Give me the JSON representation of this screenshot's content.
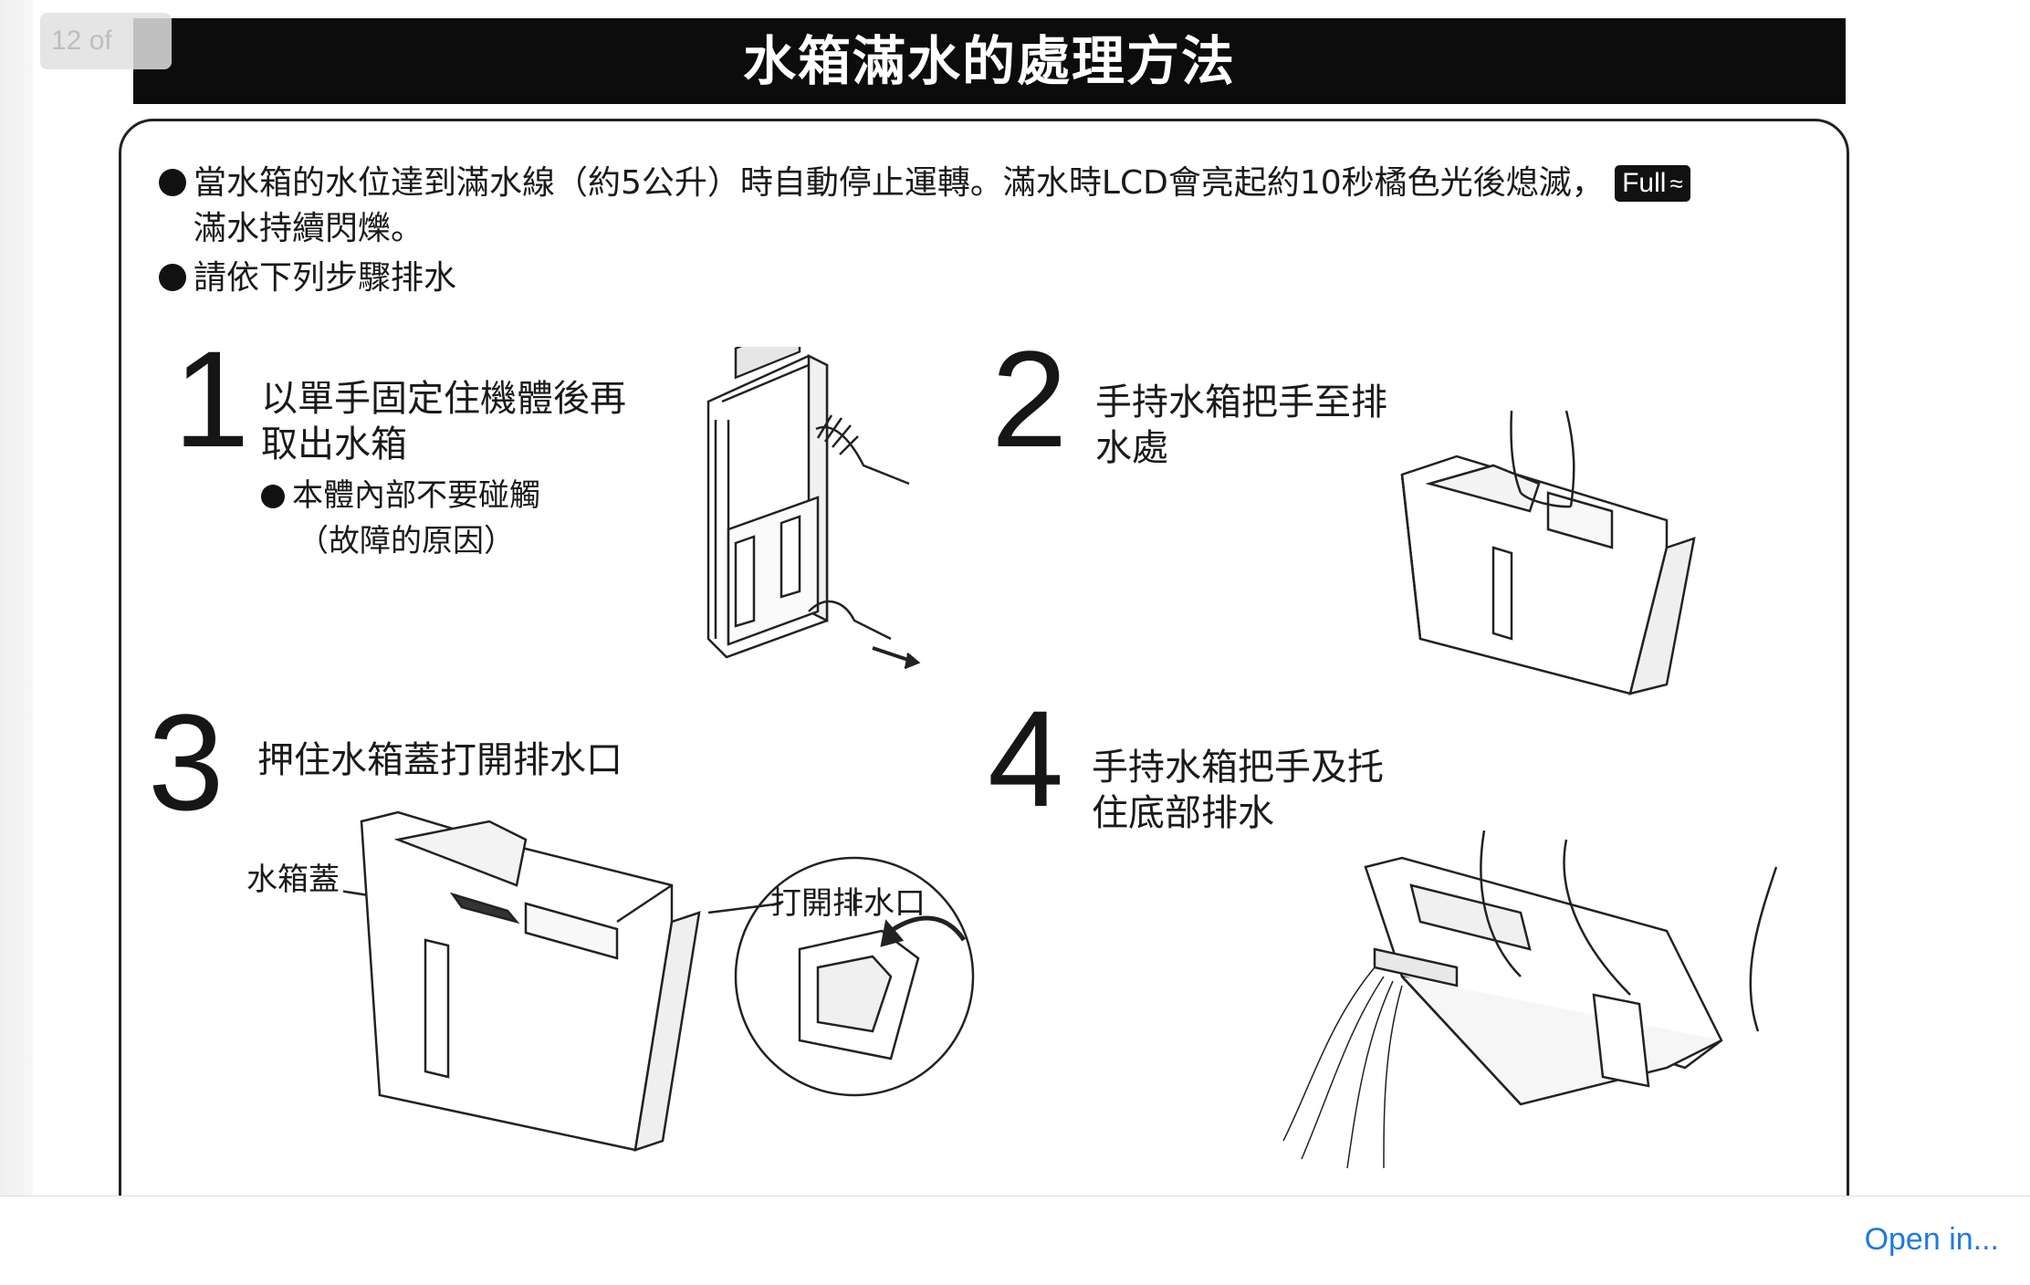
{
  "viewer": {
    "page_counter": "12 of",
    "open_in_label": "Open in..."
  },
  "document": {
    "title": "水箱滿水的處理方法",
    "intro": {
      "bullet1_line1": "當水箱的水位達到滿水線（約5公升）時自動停止運轉。滿水時LCD會亮起約10秒橘色光後熄滅，",
      "lcd_badge": "Full",
      "bullet1_line2": "滿水持續閃爍。",
      "bullet2": "請依下列步驟排水"
    },
    "steps": [
      {
        "number": "1",
        "text_line1": "以單手固定住機體後再",
        "text_line2": "取出水箱",
        "note_line1": "本體內部不要碰觸",
        "note_line2": "（故障的原因）"
      },
      {
        "number": "2",
        "text_line1": "手持水箱把手至排",
        "text_line2": "水處"
      },
      {
        "number": "3",
        "text_line1": "押住水箱蓋打開排水口",
        "label_lid": "水箱蓋",
        "label_callout": "打開排水口"
      },
      {
        "number": "4",
        "text_line1": "手持水箱把手及托",
        "text_line2": "住底部排水"
      }
    ]
  },
  "colors": {
    "link": "#1e7ae0",
    "title_bg": "#0c0c0c"
  },
  "icons": {
    "lcd_indicator": "water-wave-icon"
  }
}
